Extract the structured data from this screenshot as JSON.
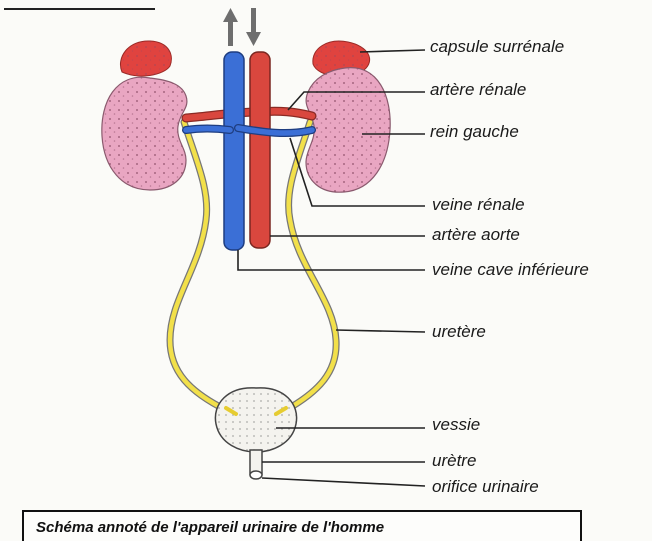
{
  "labels": {
    "capsule_surrenale": "capsule surrénale",
    "artere_renale": "artère rénale",
    "rein_gauche": "rein gauche",
    "veine_renale": "veine rénale",
    "artere_aorte": "artère aorte",
    "veine_cave_inferieure": "veine cave inférieure",
    "uretere": "uretère",
    "vessie": "vessie",
    "uretre": "urètre",
    "orifice_urinaire": "orifice urinaire"
  },
  "caption": "Schéma annoté de l'appareil urinaire de l'homme",
  "colors": {
    "kidney": "#e9a6c2",
    "kidney_dots": "#8a4a66",
    "adrenal": "#e0433f",
    "artery": "#d9473e",
    "vein": "#3b6fd6",
    "ureter": "#f2e04a",
    "ureter_outline": "#777777",
    "bladder": "#f4f3ee",
    "leader": "#222222"
  }
}
